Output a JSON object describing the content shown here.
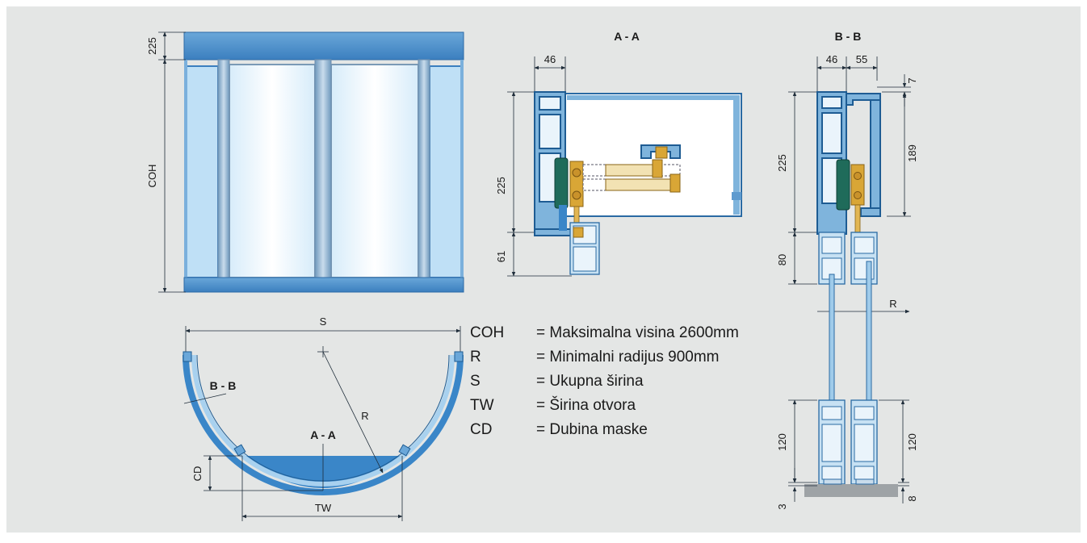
{
  "colors": {
    "background": "#e4e6e5",
    "profile_blue": "#3a86c8",
    "profile_light": "#a8d1ef",
    "glass": "#f2f8fc",
    "wheel_green": "#1f6b5a",
    "bracket_gold": "#d9a636",
    "floor_grey": "#9ea3a6"
  },
  "elevation": {
    "dim_top": "225",
    "dim_height": "COH"
  },
  "section_aa": {
    "title": "A - A",
    "dim_width": "46",
    "dim_height": "225",
    "dim_bottom": "61"
  },
  "section_bb": {
    "title": "B - B",
    "dim_width_a": "46",
    "dim_width_b": "55",
    "dim_top": "7",
    "dim_height_left": "225",
    "dim_height_right": "189",
    "dim_lower": "80",
    "dim_radius": "R",
    "dim_bottom_left": "120",
    "dim_bottom_right": "120",
    "dim_floor_left": "3",
    "dim_floor_right": "8"
  },
  "plan": {
    "dim_total": "S",
    "label_bb": "B - B",
    "label_aa": "A - A",
    "dim_radius": "R",
    "dim_depth": "CD",
    "dim_opening": "TW"
  },
  "legend": [
    {
      "key": "COH",
      "value": "= Maksimalna visina 2600mm"
    },
    {
      "key": "R",
      "value": "= Minimalni radijus 900mm"
    },
    {
      "key": "S",
      "value": "= Ukupna širina"
    },
    {
      "key": "TW",
      "value": "= Širina otvora"
    },
    {
      "key": "CD",
      "value": "= Dubina maske"
    }
  ]
}
